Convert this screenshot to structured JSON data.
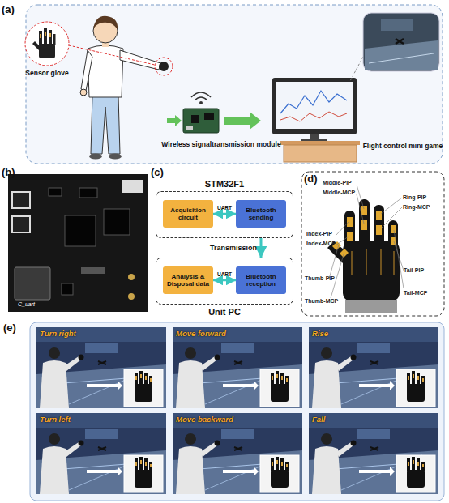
{
  "diagram": {
    "nodes": [
      {
        "text": [
          "STM32F1"
        ]
      },
      {
        "text": [
          "Acquisition circuit"
        ],
        "in": 0
      },
      {
        "text": [
          "Bluetooth sending"
        ],
        "in": 0
      },
      {
        "text": [
          "Unit PC"
        ]
      },
      {
        "text": [
          "Analysis & Disposal data"
        ],
        "in": 3
      },
      {
        "text": [
          "Bluetooth reception"
        ],
        "in": 3
      }
    ],
    "edges": [
      {
        "from": 1,
        "to": 2,
        "label": "UART",
        "arrow": "both"
      },
      {
        "from": 0,
        "to": 3,
        "label": "Transmission",
        "arrow": "to"
      },
      {
        "from": 4,
        "to": 5,
        "label": "UART",
        "arrow": "both"
      }
    ],
    "labels": [
      "(a)",
      "Sensor glove",
      "Wireless signaltransmission module",
      "Flight control mini game",
      "(b)",
      "C_uart",
      "(c)",
      "(d)",
      "Middle-PIP",
      "Middle-MCP",
      "Ring-PIP",
      "Ring-MCP",
      "Index-PIP",
      "Index-MCP",
      "Thumb-PIP",
      "Thumb-MCP",
      "Tail-PIP",
      "Tail-MCP",
      "(e)",
      "Turn right",
      "Move forward",
      "Rise",
      "Turn left",
      "Move backward",
      "Fall"
    ]
  }
}
